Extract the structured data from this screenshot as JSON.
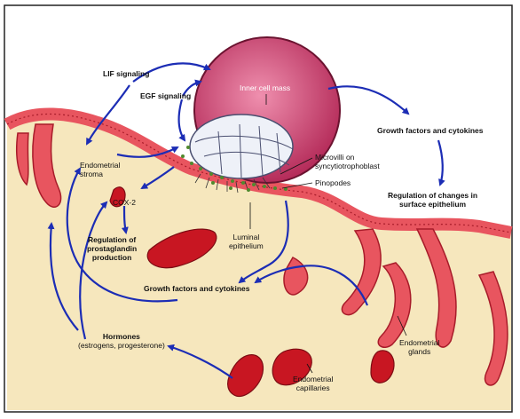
{
  "labels": {
    "lif_signaling": "LIF signaling",
    "egf_signaling": "EGF signaling",
    "inner_cell_mass": "Inner cell mass",
    "growth_factors_top": "Growth factors and cytokines",
    "endometrial_stroma_l1": "Endometrial",
    "endometrial_stroma_l2": "stroma",
    "microvilli_l1": "Microvilli on",
    "microvilli_l2": "syncytiotrophoblast",
    "pinopodes": "Pinopodes",
    "regulation_surface_l1": "Regulation of changes in",
    "regulation_surface_l2": "surface epithelium",
    "cox2": "COX-2",
    "regulation_prostaglandin_l1": "Regulation of",
    "regulation_prostaglandin_l2": "prostaglandin",
    "regulation_prostaglandin_l3": "production",
    "luminal_epithelium_l1": "Luminal",
    "luminal_epithelium_l2": "epithelium",
    "growth_factors_mid": "Growth factors and cytokines",
    "hormones_l1": "Hormones",
    "hormones_l2": "(estrogens, progesterone)",
    "endometrial_glands_l1": "Endometrial",
    "endometrial_glands_l2": "glands",
    "endometrial_capillaries_l1": "Endometrial",
    "endometrial_capillaries_l2": "capillaries"
  },
  "colors": {
    "arrow": "#1c2db5",
    "stroma": "#f6e7bd",
    "epithelium": "#e8555f",
    "vessel": "#c81622",
    "blastocyst": "#d2406e",
    "frame": "#222222"
  }
}
